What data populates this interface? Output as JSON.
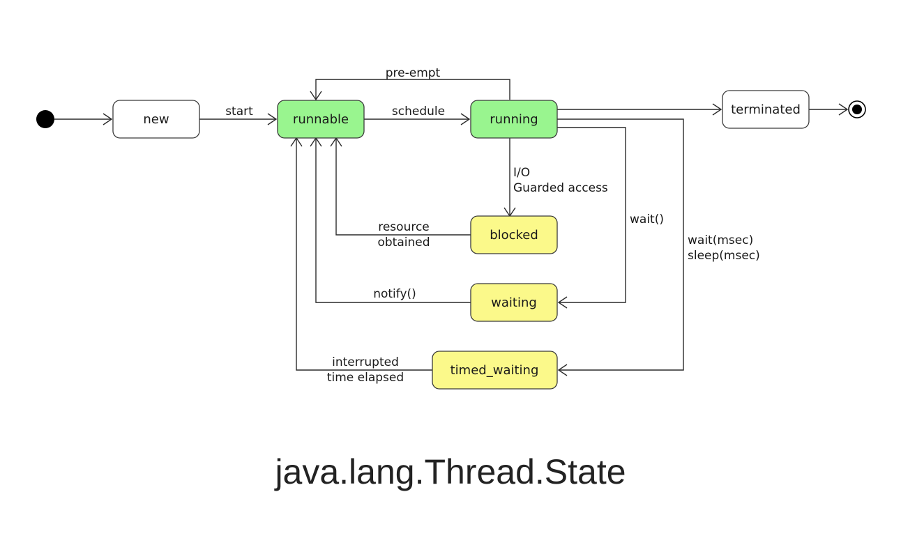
{
  "diagram": {
    "caption": "java.lang.Thread.State",
    "colors": {
      "active": "#99f58f",
      "waiting": "#fbf98a",
      "plain": "#ffffff"
    },
    "nodes": {
      "new": "new",
      "runnable": "runnable",
      "running": "running",
      "terminated": "terminated",
      "blocked": "blocked",
      "waiting": "waiting",
      "timed_waiting": "timed_waiting"
    },
    "edges": {
      "start": "start",
      "schedule": "schedule",
      "pre_empt": "pre-empt",
      "io": "I/O",
      "guarded_access": "Guarded access",
      "wait": "wait()",
      "wait_msec": "wait(msec)",
      "sleep_msec": "sleep(msec)",
      "resource": "resource",
      "obtained": "obtained",
      "notify": "notify()",
      "interrupted": "interrupted",
      "time_elapsed": "time elapsed"
    }
  }
}
